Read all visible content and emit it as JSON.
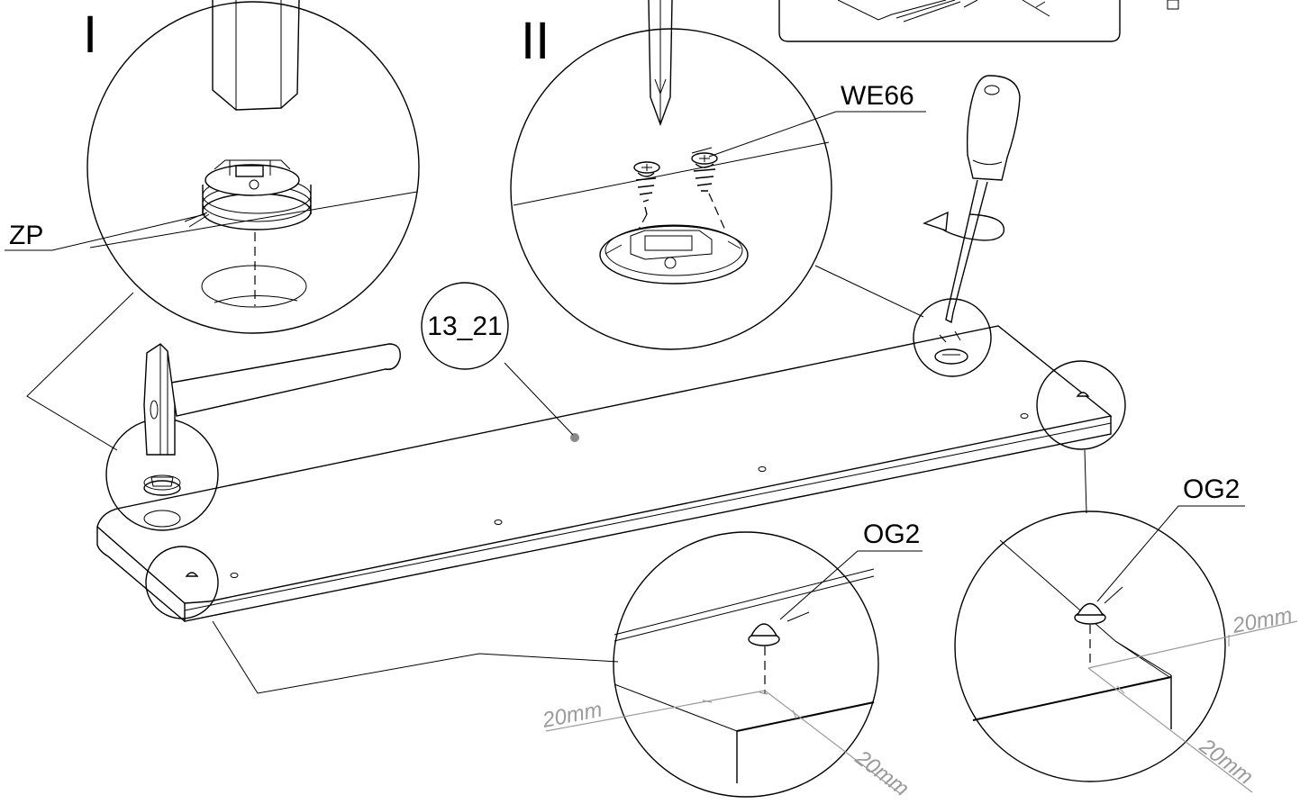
{
  "steps": {
    "step1_numeral": "I",
    "step2_numeral": "II"
  },
  "parts": {
    "cam_fitting": "ZP",
    "screws": "WE66",
    "panel": "13_21",
    "glide_left": "OG2",
    "glide_right": "OG2"
  },
  "dimensions": {
    "left_front": "20mm",
    "left_side": "20mm",
    "right_front": "20mm",
    "right_side": "20mm"
  },
  "colors": {
    "line": "#000000",
    "dimension": "#9a9a9a",
    "marker": "#888888"
  }
}
